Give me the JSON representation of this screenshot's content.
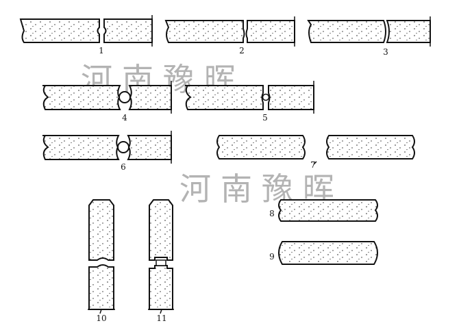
{
  "watermark": "河南豫晖",
  "labels": [
    "1",
    "2",
    "3",
    "4",
    "5",
    "6",
    "7",
    "8",
    "9",
    "10",
    "11"
  ],
  "colors": {
    "ink": "#111111",
    "watermark": "#9a9a9a"
  }
}
